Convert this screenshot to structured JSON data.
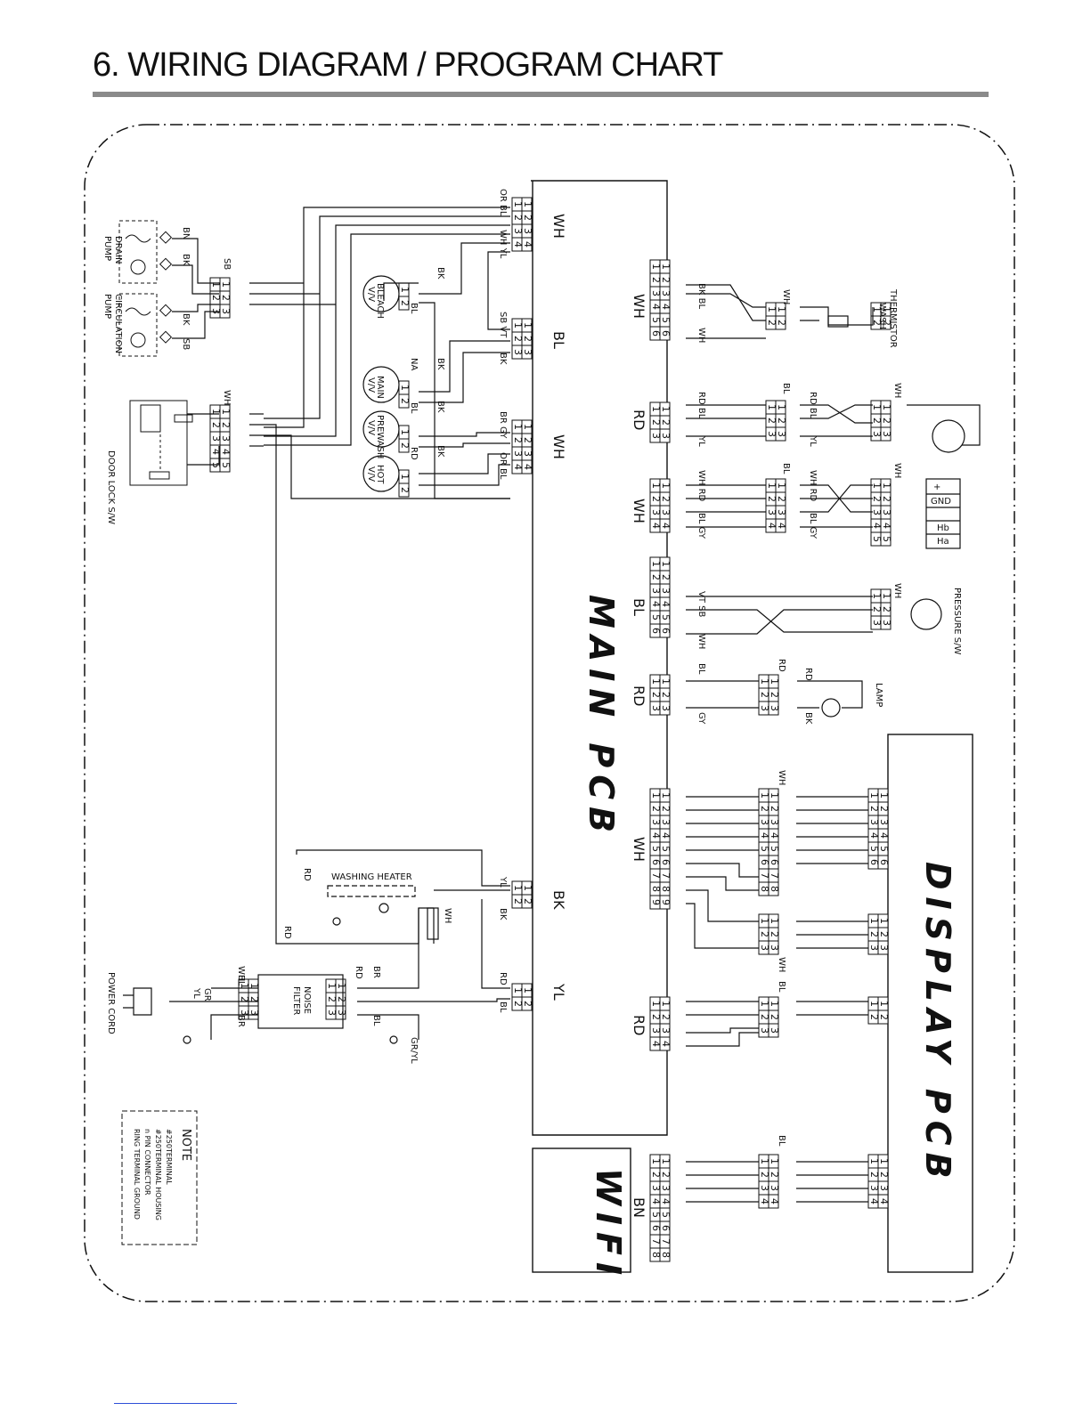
{
  "page": {
    "title": "6. WIRING DIAGRAM / PROGRAM CHART"
  },
  "diagram": {
    "boards": {
      "main_pcb": "MAIN PCB",
      "display_pcb": "DISPLAY PCB",
      "wifi": "WIFI"
    },
    "components": {
      "drain_pump": [
        "DRAIN",
        "PUMP"
      ],
      "circulation_pump": [
        "CIRCULATION",
        "PUMP"
      ],
      "door_lock": "DOOR LOCK S/W",
      "bleach_valve": [
        "BLEACH",
        "V/V"
      ],
      "main_valve": [
        "MAIN",
        "V/V"
      ],
      "prewash_valve": [
        "PREWASH",
        "V/V"
      ],
      "hot_valve": [
        "HOT",
        "V/V"
      ],
      "thermistor": [
        "THERMISTOR",
        "WASH"
      ],
      "pressure_switch": "PRESSURE S/W",
      "lamp": "LAMP",
      "washing_heater": "WASHING HEATER",
      "noise_filter": [
        "NOISE",
        "FILTER"
      ],
      "power_cord": "POWER CORD",
      "hall_labels": [
        "+",
        "GND",
        "Hb",
        "Ha"
      ]
    },
    "wire_colors": {
      "wh": "WH",
      "bk": "BK",
      "bn": "BN",
      "sb": "SB",
      "bl": "BL",
      "rd": "RD",
      "yl": "YL",
      "gy": "GY",
      "or": "OR",
      "na": "NA",
      "br": "BR",
      "vt": "VT",
      "gr_yl": "GR/YL",
      "gr": "GR",
      "or_bl": "OR BL",
      "wh_yl": "WH YL",
      "sb_vt": "SB VT",
      "bk_bl": "BK BL",
      "rd_bl": "RD BL",
      "wh_rd": "WH RD",
      "bl_gy": "BL GY",
      "vt_sb": "VT SB",
      "br_gy": "BR GY"
    },
    "note": {
      "title": "NOTE",
      "items": [
        "#250TERMINAL",
        "#250TERMINAL HOUSING",
        "n PIN CONNECTOR",
        "RING TERMINAL GROUND"
      ]
    }
  }
}
